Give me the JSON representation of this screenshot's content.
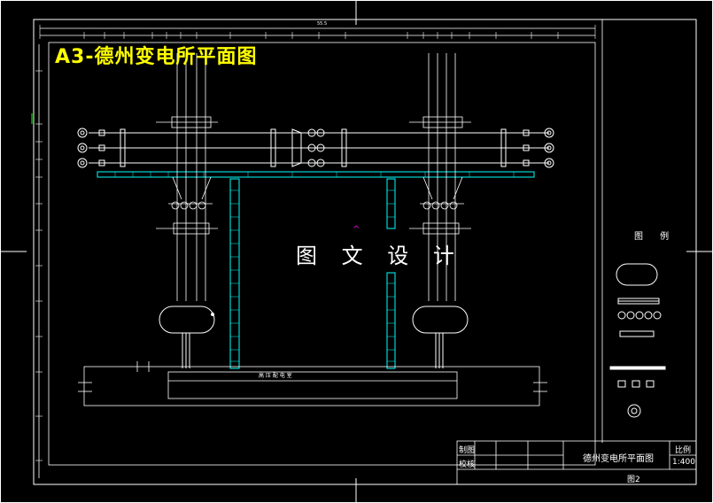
{
  "drawing": {
    "title": "A3-德州变电所平面图",
    "watermark": "图 文 设 计",
    "total_dimension": "55.5"
  },
  "legend": {
    "title": "图 例"
  },
  "title_block": {
    "drawing_name": "德州变电所平面图",
    "scale_label": "比例",
    "scale_value": "1:400",
    "drawn_label": "制图",
    "checked_label": "校核",
    "sheet": "图2"
  },
  "building": {
    "label": "高 压 配 电 室"
  },
  "colors": {
    "background": "#000000",
    "line": "#ffffff",
    "cyan": "#00ffff",
    "title_yellow": "#ffff00",
    "green": "#00ff00",
    "magenta": "#ff00ff"
  }
}
